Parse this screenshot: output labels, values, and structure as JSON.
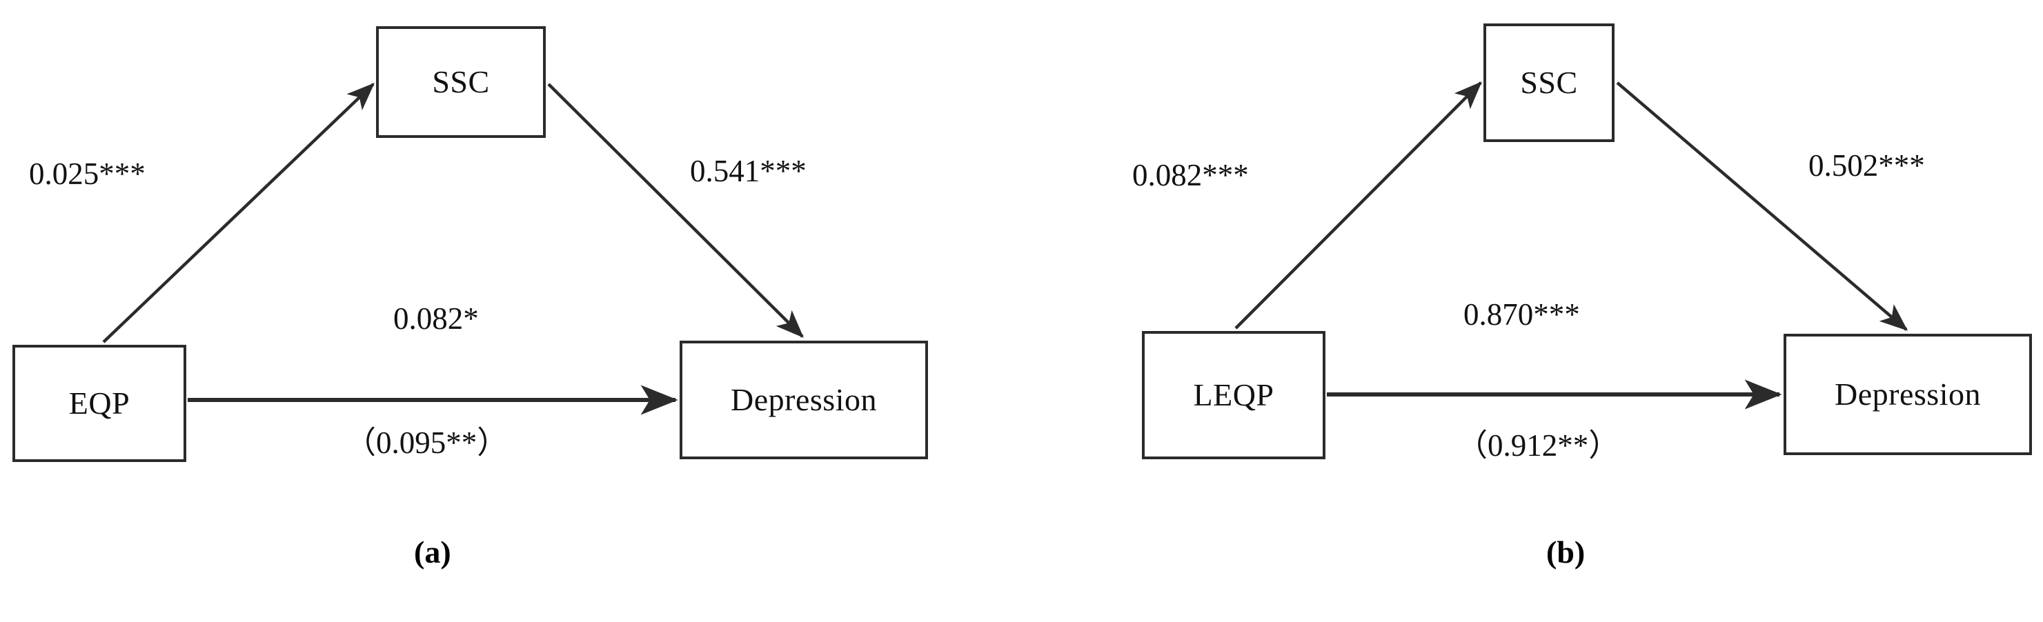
{
  "figure": {
    "type": "mediation-path-diagram",
    "background_color": "#ffffff",
    "line_color": "#2b2b2b",
    "text_color": "#111111"
  },
  "panels": [
    {
      "id": "a",
      "caption": "(a)",
      "caption_letter": "a",
      "nodes": {
        "mediator": "SSC",
        "predictor": "EQP",
        "outcome": "Depression"
      },
      "labels": {
        "a_path": "0.025***",
        "b_path": "0.541***",
        "direct_path": "0.082*",
        "total_path": "（0.095**）"
      }
    },
    {
      "id": "b",
      "caption": "(b)",
      "caption_letter": "b",
      "nodes": {
        "mediator": "SSC",
        "predictor": "LEQP",
        "outcome": "Depression"
      },
      "labels": {
        "a_path": "0.082***",
        "b_path": "0.502***",
        "direct_path": "0.870***",
        "total_path": "（0.912**）"
      }
    }
  ]
}
